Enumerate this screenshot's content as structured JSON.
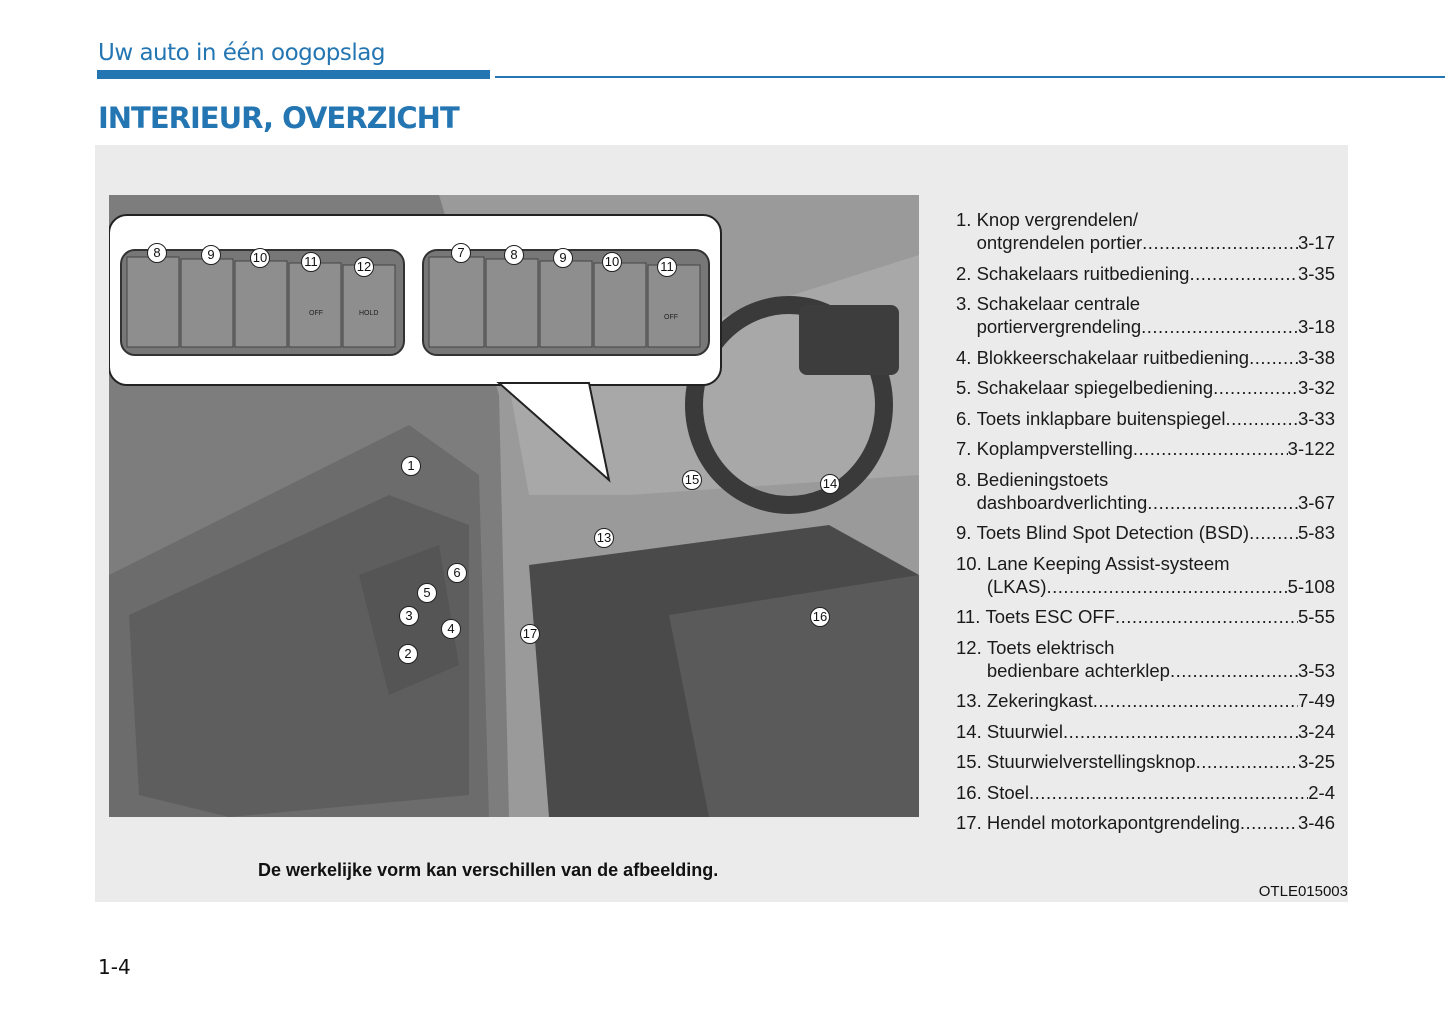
{
  "header": {
    "section": "Uw auto in één oogopslag",
    "title": "INTERIEUR, OVERZICHT"
  },
  "items": [
    {
      "num": "1. ",
      "lines": [
        "Knop vergrendelen/",
        "ontgrendelen portier "
      ],
      "page": "3-17"
    },
    {
      "num": "2. ",
      "lines": [
        "Schakelaars ruitbediening "
      ],
      "page": "3-35"
    },
    {
      "num": "3. ",
      "lines": [
        "Schakelaar centrale",
        "portiervergrendeling "
      ],
      "page": "3-18"
    },
    {
      "num": "4. ",
      "lines": [
        "Blokkeerschakelaar ruitbediening"
      ],
      "page": "3-38"
    },
    {
      "num": "5. ",
      "lines": [
        "Schakelaar spiegelbediening "
      ],
      "page": "3-32"
    },
    {
      "num": "6. ",
      "lines": [
        "Toets inklapbare buitenspiegel "
      ],
      "page": "3-33"
    },
    {
      "num": "7. ",
      "lines": [
        "Koplampverstelling "
      ],
      "page": "3-122"
    },
    {
      "num": "8. ",
      "lines": [
        "Bedieningstoets",
        "dashboardverlichting "
      ],
      "page": "3-67"
    },
    {
      "num": "9. ",
      "lines": [
        "Toets Blind Spot Detection (BSD) "
      ],
      "page": "5-83"
    },
    {
      "num": "10. ",
      "lines": [
        "Lane Keeping Assist-systeem",
        "(LKAS) "
      ],
      "page": "5-108"
    },
    {
      "num": "11. ",
      "lines": [
        "Toets ESC OFF "
      ],
      "page": "5-55"
    },
    {
      "num": "12. ",
      "lines": [
        "Toets elektrisch",
        "bedienbare achterklep "
      ],
      "page": "3-53"
    },
    {
      "num": "13. ",
      "lines": [
        "Zekeringkast"
      ],
      "page": "7-49"
    },
    {
      "num": "14. ",
      "lines": [
        "Stuurwiel"
      ],
      "page": "3-24"
    },
    {
      "num": "15. ",
      "lines": [
        "Stuurwielverstellingsknop "
      ],
      "page": "3-25"
    },
    {
      "num": "16. ",
      "lines": [
        "Stoel "
      ],
      "page": "2-4"
    },
    {
      "num": "17. ",
      "lines": [
        "Hendel motorkapontgrendeling "
      ],
      "page": "3-46"
    }
  ],
  "callouts": {
    "main": [
      "1",
      "2",
      "3",
      "4",
      "5",
      "6",
      "13",
      "14",
      "15",
      "16",
      "17"
    ],
    "inset_left": [
      "8",
      "9",
      "10",
      "11",
      "12"
    ],
    "inset_right": [
      "7",
      "8",
      "9",
      "10",
      "11"
    ],
    "inset_labels": [
      "OFF",
      "HOLD",
      "OFF"
    ]
  },
  "caption": "De werkelijke vorm kan verschillen van de afbeelding.",
  "image_code": "OTLE015003",
  "page_number": "1-4",
  "colors": {
    "accent": "#2476b3",
    "panel": "#ebebeb"
  }
}
